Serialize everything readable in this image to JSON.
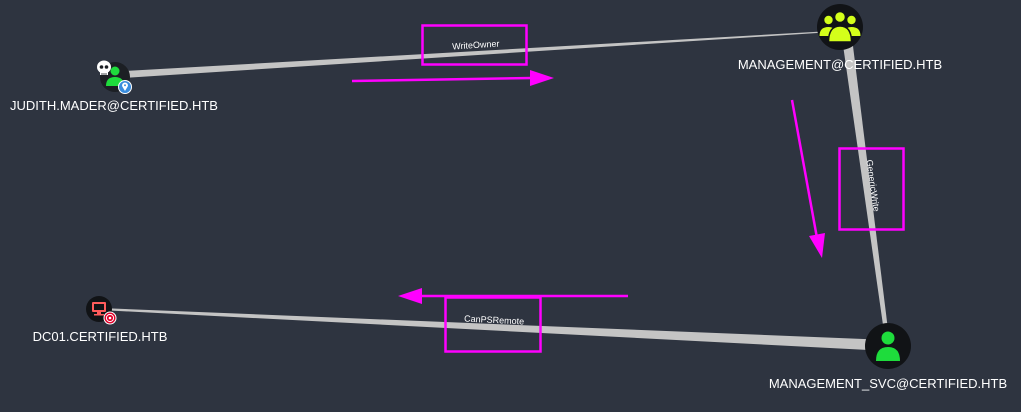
{
  "colors": {
    "background": "#2e3440",
    "edge": "#c4c4c4",
    "annotation": "#ff00ff",
    "group_icon": "#d4ff1a",
    "user_icon": "#1edc3c",
    "computer_icon": "#ff5c5c",
    "owned_marker": "#ffffff",
    "highvalue_marker": "#3a8dde",
    "target_marker": "#e0002a"
  },
  "nodes": {
    "judith": {
      "label": "JUDITH.MADER@CERTIFIED.HTB",
      "icon": "user-icon"
    },
    "management": {
      "label": "MANAGEMENT@CERTIFIED.HTB",
      "icon": "group-icon"
    },
    "management_svc": {
      "label": "MANAGEMENT_SVC@CERTIFIED.HTB",
      "icon": "user-icon"
    },
    "dc01": {
      "label": "DC01.CERTIFIED.HTB",
      "icon": "computer-icon"
    }
  },
  "edges": {
    "write_owner": {
      "label": "WriteOwner",
      "from": "judith",
      "to": "management"
    },
    "generic_write": {
      "label": "GenericWrite",
      "from": "management",
      "to": "management_svc"
    },
    "can_ps_remote": {
      "label": "CanPSRemote",
      "from": "management_svc",
      "to": "dc01"
    }
  }
}
